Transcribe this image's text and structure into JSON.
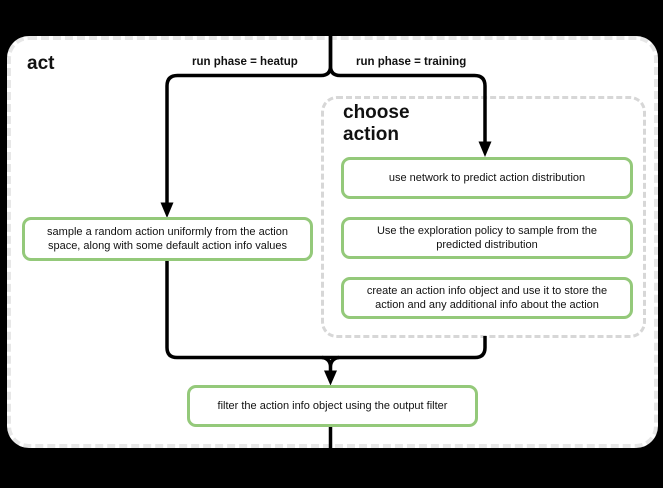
{
  "frame": {
    "title": "act"
  },
  "branches": {
    "heatup_label": "run phase = heatup",
    "training_label": "run phase = training"
  },
  "group": {
    "title": "choose action"
  },
  "nodes": {
    "sample_random": "sample a random action uniformly from the action space, along with some default action info values",
    "predict_distribution": "use network to predict action distribution",
    "exploration_policy": "Use the exploration policy to sample from the predicted distribution",
    "action_info_object": "create an action info object and use it to store the action and any additional info about the action",
    "output_filter": "filter the action info object using the output filter"
  },
  "colors": {
    "background": "#000000",
    "surface": "#ffffff",
    "node_border": "#94c97a",
    "frame_border": "#e7e7e7",
    "group_border": "#d7d7d7",
    "connector": "#000000"
  }
}
